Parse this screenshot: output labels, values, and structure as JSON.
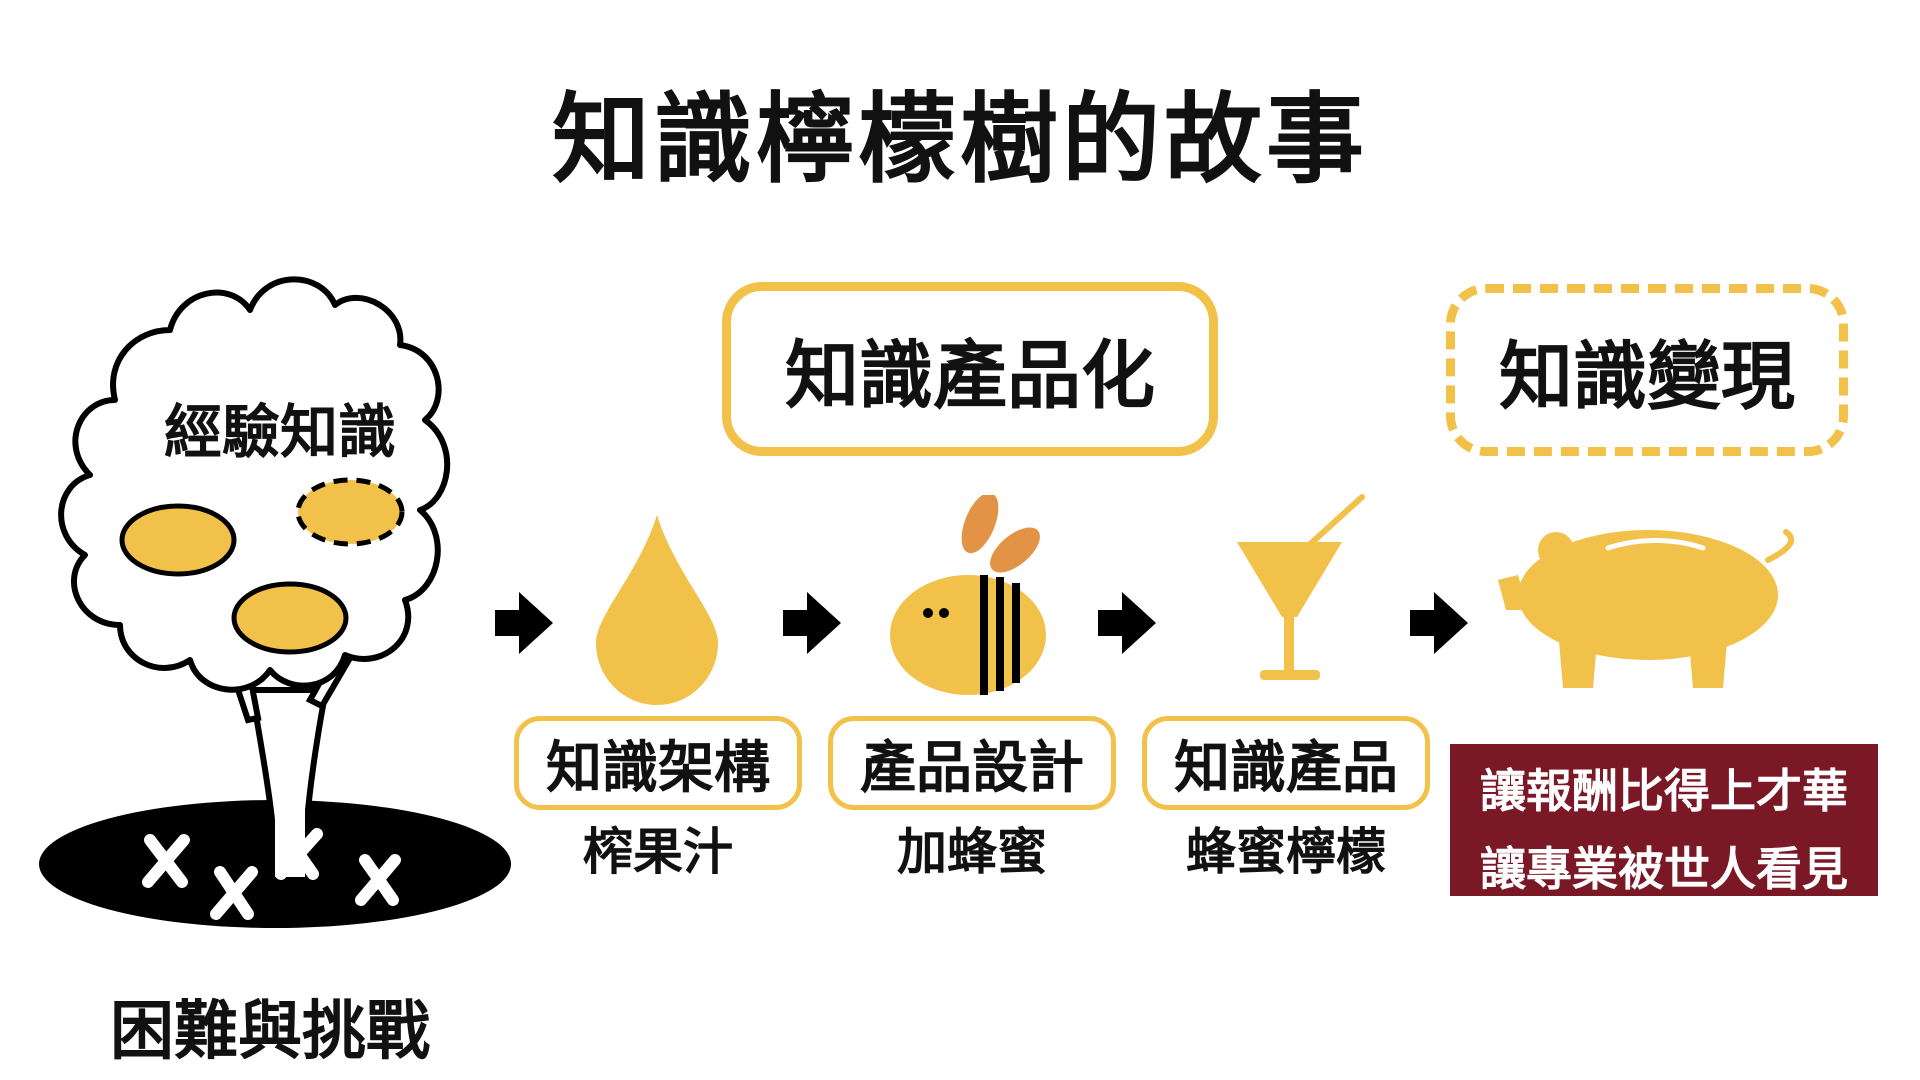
{
  "title": "知識檸檬樹的故事",
  "tree": {
    "label": "經驗知識",
    "ground_label": "困難與挑戰"
  },
  "stage_boxes": {
    "productize": "知識產品化",
    "monetize": "知識變現"
  },
  "steps": [
    {
      "label": "知識架構",
      "sub": "榨果汁",
      "icon": "drop-icon"
    },
    {
      "label": "產品設計",
      "sub": "加蜂蜜",
      "icon": "bee-icon"
    },
    {
      "label": "知識產品",
      "sub": "蜂蜜檸檬",
      "icon": "cocktail-glass-icon"
    }
  ],
  "final": {
    "icon": "piggy-bank-icon",
    "lines": [
      "讓報酬比得上才華",
      "讓專業被世人看見"
    ]
  },
  "colors": {
    "accent": "#F2C149",
    "reward_bg": "#7B1826",
    "bee_wing": "#E29345",
    "text": "#111111"
  }
}
